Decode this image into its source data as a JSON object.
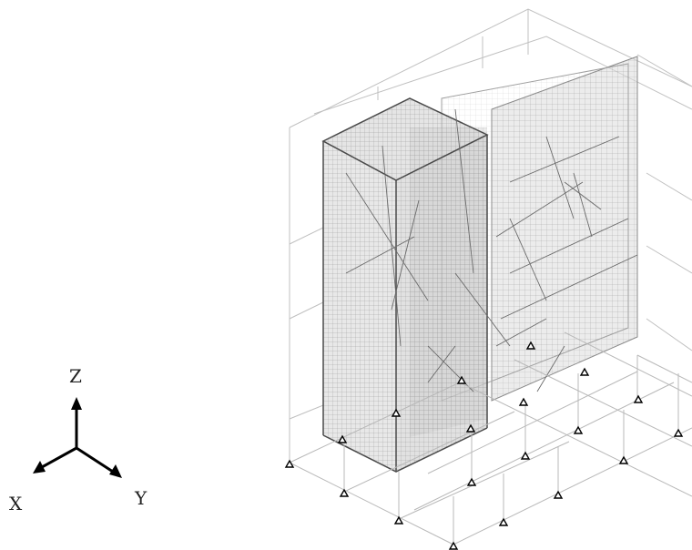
{
  "axes": {
    "z_label": "Z",
    "x_label": "X",
    "y_label": "Y"
  },
  "colors": {
    "frame_line": "#b8b8b8",
    "mesh": "#7a7a7a",
    "panel_fill": "#d9d9d9",
    "edge": "#4a4a4a",
    "support": "#000000",
    "axis": "#000000"
  },
  "icons": {
    "support": "triangle-support-icon",
    "axis": "coordinate-triad-icon"
  }
}
